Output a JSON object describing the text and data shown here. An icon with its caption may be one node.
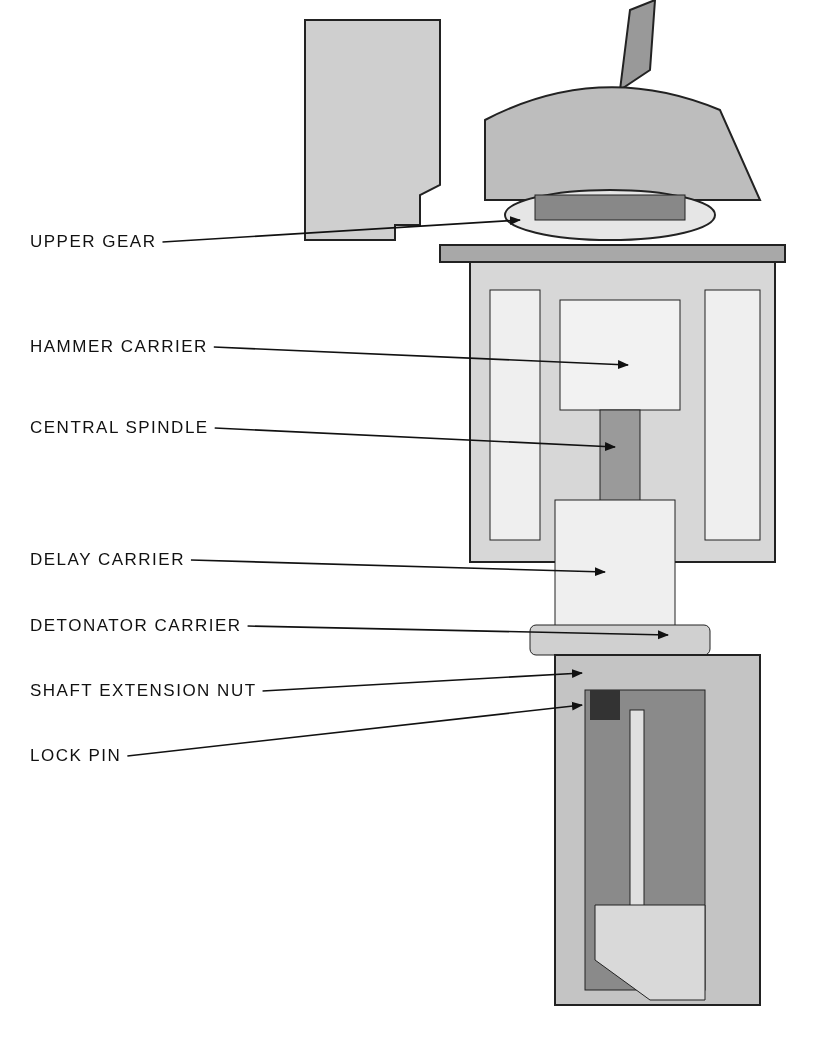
{
  "diagram": {
    "nodes": [
      {
        "text": [
          "UPPER GEAR"
        ]
      },
      {
        "text": [
          "HAMMER CARRIER"
        ]
      },
      {
        "text": [
          "CENTRAL SPINDLE"
        ]
      },
      {
        "text": [
          "DELAY CARRIER"
        ]
      },
      {
        "text": [
          "DETONATOR CARRIER"
        ]
      },
      {
        "text": [
          "SHAFT EXTENSION NUT"
        ]
      },
      {
        "text": [
          "LOCK PIN"
        ]
      }
    ],
    "edges": [
      {
        "from": 0,
        "to": null,
        "arrow": "to"
      },
      {
        "from": 1,
        "to": null,
        "arrow": "to"
      },
      {
        "from": 2,
        "to": null,
        "arrow": "to"
      },
      {
        "from": 3,
        "to": null,
        "arrow": "to"
      },
      {
        "from": 4,
        "to": null,
        "arrow": "to"
      },
      {
        "from": 5,
        "to": null,
        "arrow": "to"
      },
      {
        "from": 6,
        "to": null,
        "arrow": "to"
      }
    ]
  }
}
